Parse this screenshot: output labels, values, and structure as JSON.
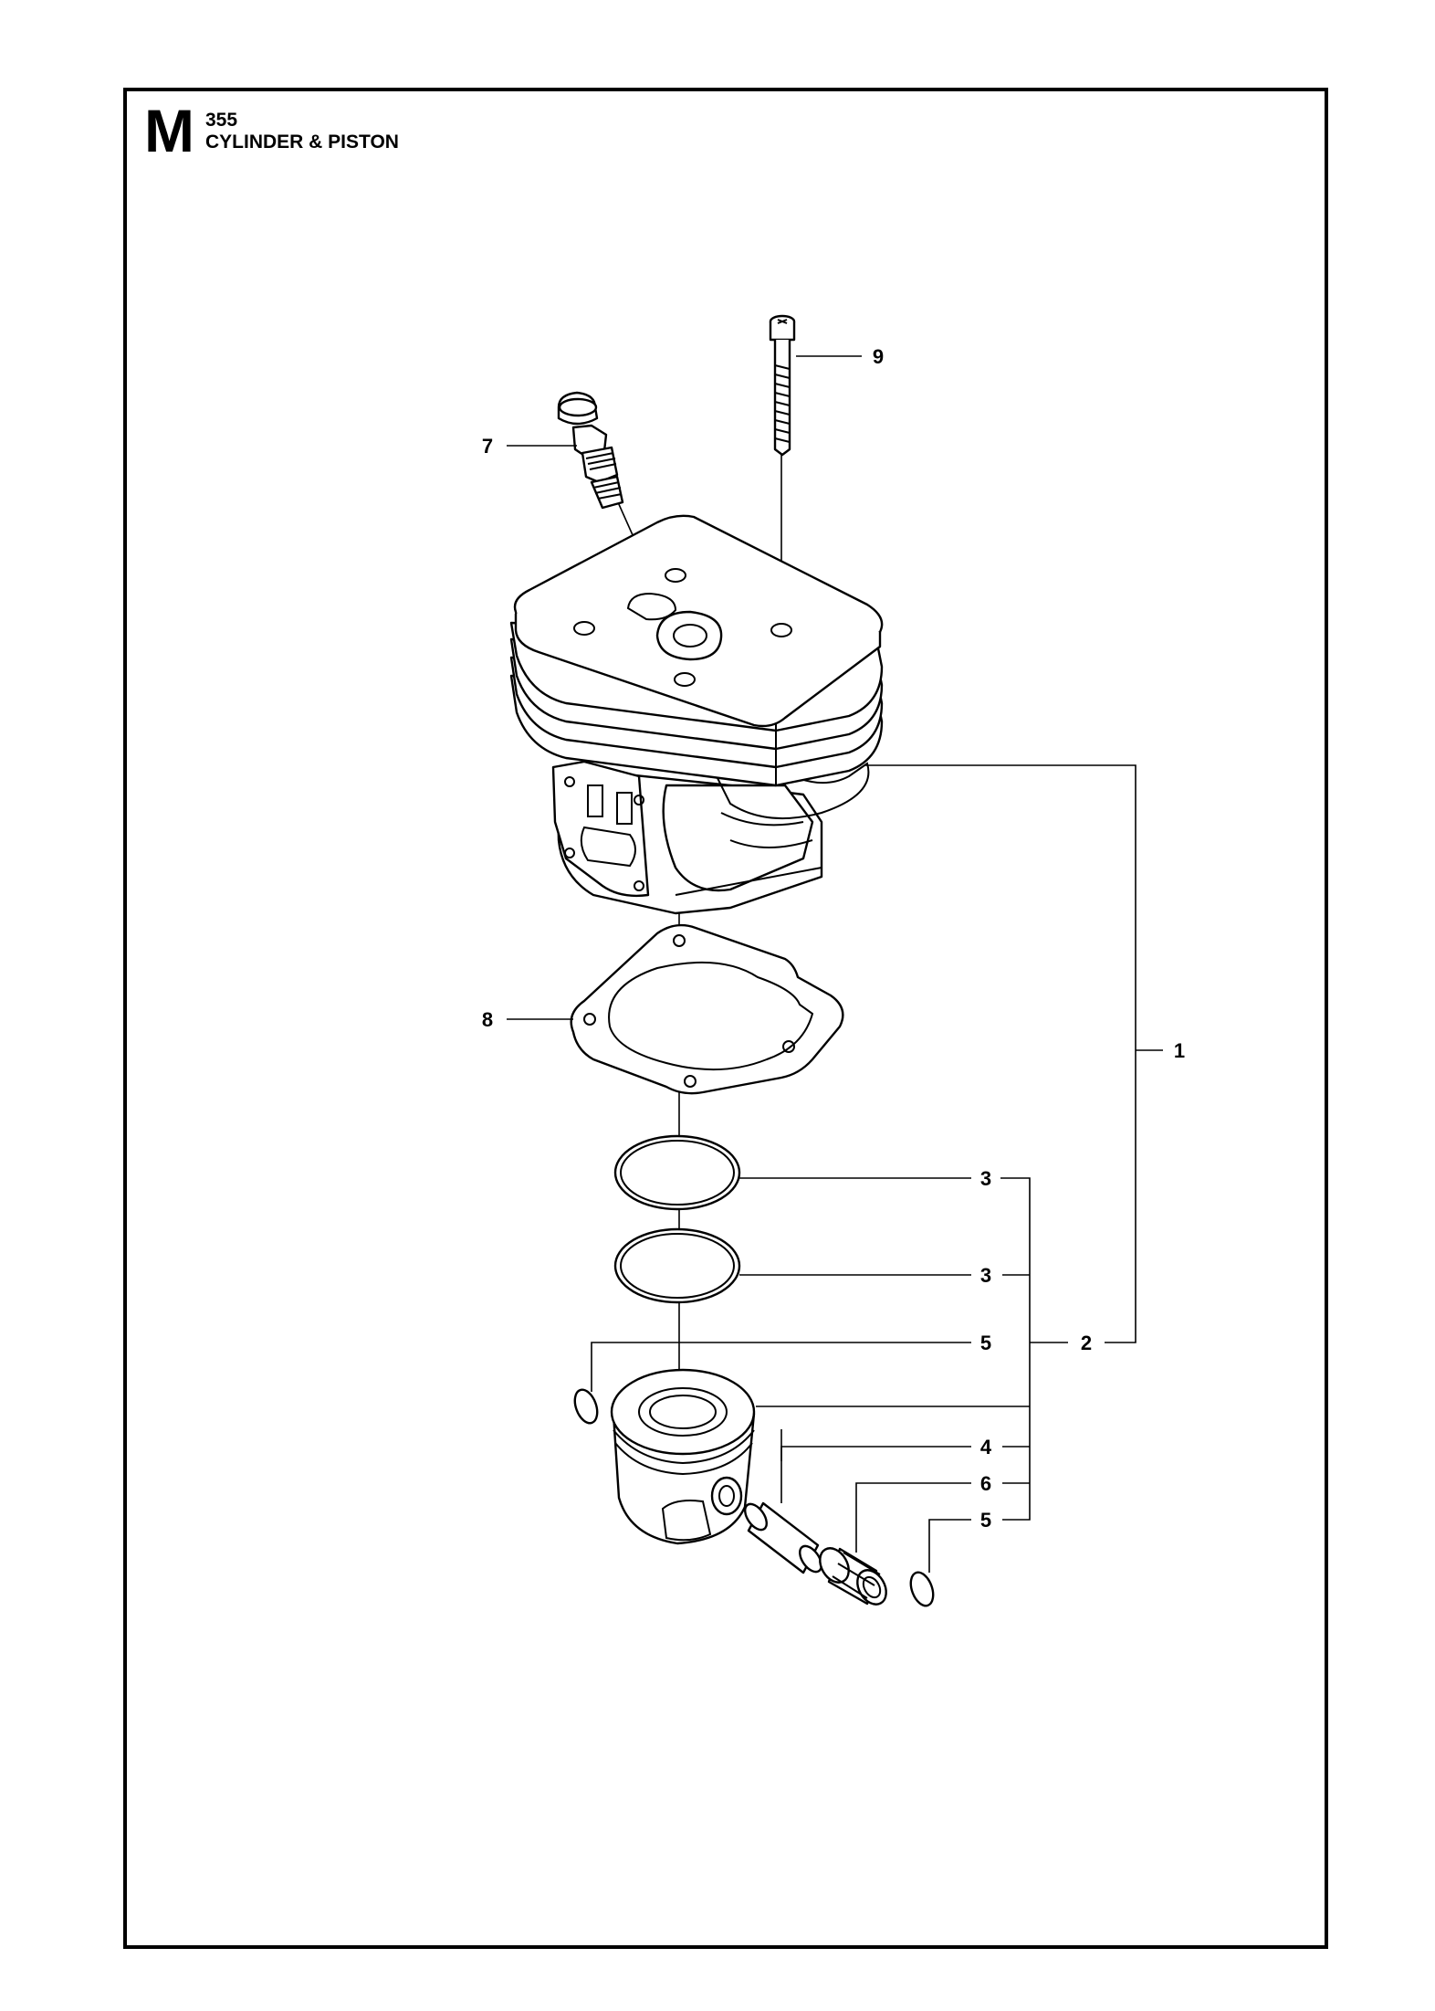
{
  "header": {
    "section_letter": "M",
    "model_number": "355",
    "section_title": "CYLINDER & PISTON"
  },
  "callouts": [
    {
      "id": "label-9",
      "text": "9"
    },
    {
      "id": "label-7",
      "text": "7"
    },
    {
      "id": "label-8",
      "text": "8"
    },
    {
      "id": "label-1",
      "text": "1"
    },
    {
      "id": "label-3a",
      "text": "3"
    },
    {
      "id": "label-3b",
      "text": "3"
    },
    {
      "id": "label-5a",
      "text": "5"
    },
    {
      "id": "label-2",
      "text": "2"
    },
    {
      "id": "label-4",
      "text": "4"
    },
    {
      "id": "label-6",
      "text": "6"
    },
    {
      "id": "label-5b",
      "text": "5"
    }
  ]
}
